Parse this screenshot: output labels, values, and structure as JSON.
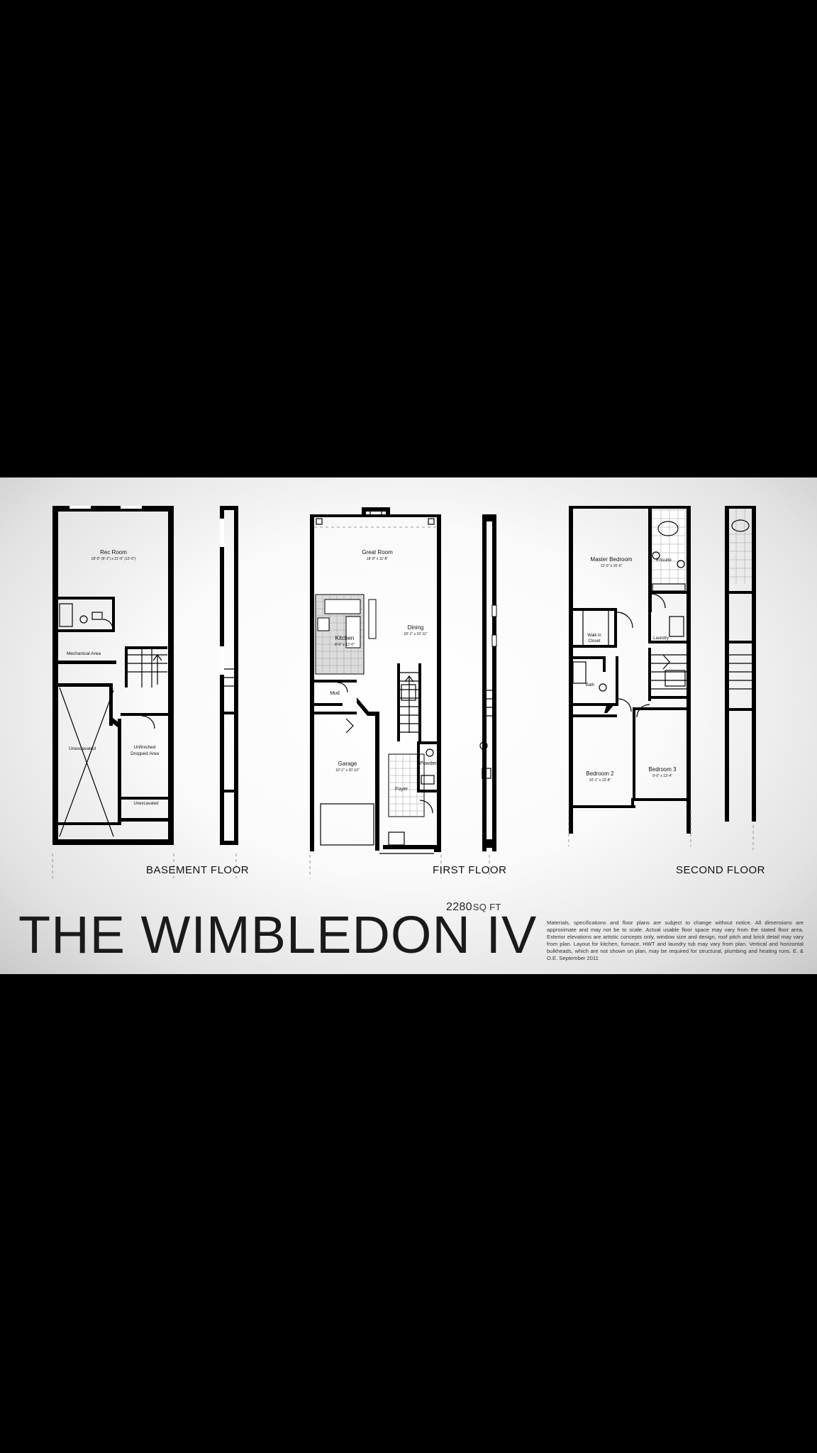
{
  "floors": {
    "basement": {
      "label": "BASEMENT FLOOR",
      "rooms": {
        "rec_room": "Rec Room",
        "rec_room_dim": "18'-0\" (9'-1\") x 21'-0\" (12'-6\")",
        "mechanical": "Mechanical Area",
        "unexcavated": "Unexcavated",
        "unfinished": "Unfinished",
        "dropped_area": "Dropped Area",
        "unexcavated_small": "Unexcavated"
      }
    },
    "first": {
      "label": "FIRST FLOOR",
      "rooms": {
        "great_room": "Great Room",
        "great_room_dim": "18'-8\" x 11'-8\"",
        "dining": "Dining",
        "dining_dim": "18'-1\" x 10'-11\"",
        "kitchen": "Kitchen",
        "kitchen_dim": "8'-6\" x 12'-0\"",
        "mud": "Mud",
        "garage": "Garage",
        "garage_dim": "10'-1\" x 20'-10\"",
        "powder": "Powder",
        "foyer": "Foyer"
      }
    },
    "second": {
      "label": "SECOND FLOOR",
      "rooms": {
        "master_bedroom": "Master Bedroom",
        "master_bedroom_dim": "12'-0\" x 16'-0\"",
        "ensuite": "Ensuite",
        "walk_in_closet_1": "Walk in",
        "walk_in_closet_2": "Closet",
        "laundry": "Laundry",
        "bath": "Bath",
        "bedroom2": "Bedroom 2",
        "bedroom2_dim": "10'-1\" x 13'-8\"",
        "bedroom3": "Bedroom 3",
        "bedroom3_dim": "9'-0\" x 13'-4\""
      }
    }
  },
  "area": {
    "value": "2280",
    "unit": "SQ FT"
  },
  "title": "THE WIMBLEDON IV",
  "disclaimer": "Materials, specifications and floor plans are subject to change without notice. All dimensions are approximate and may not be to scale. Actual usable floor space may vary from the stated floor area. Exterior elevations are artistic concepts only, window size and design, roof pitch and brick detail may vary from plan. Layout for kitchen, furnace, HWT and laundry tub may vary from plan. Vertical and horizontal bulkheads, which are not shown on plan, may be required for structural, plumbing and heating runs. E. & O.E. September 2011",
  "colors": {
    "background": "#000000",
    "sheet": "#ffffff",
    "ink": "#000000"
  }
}
